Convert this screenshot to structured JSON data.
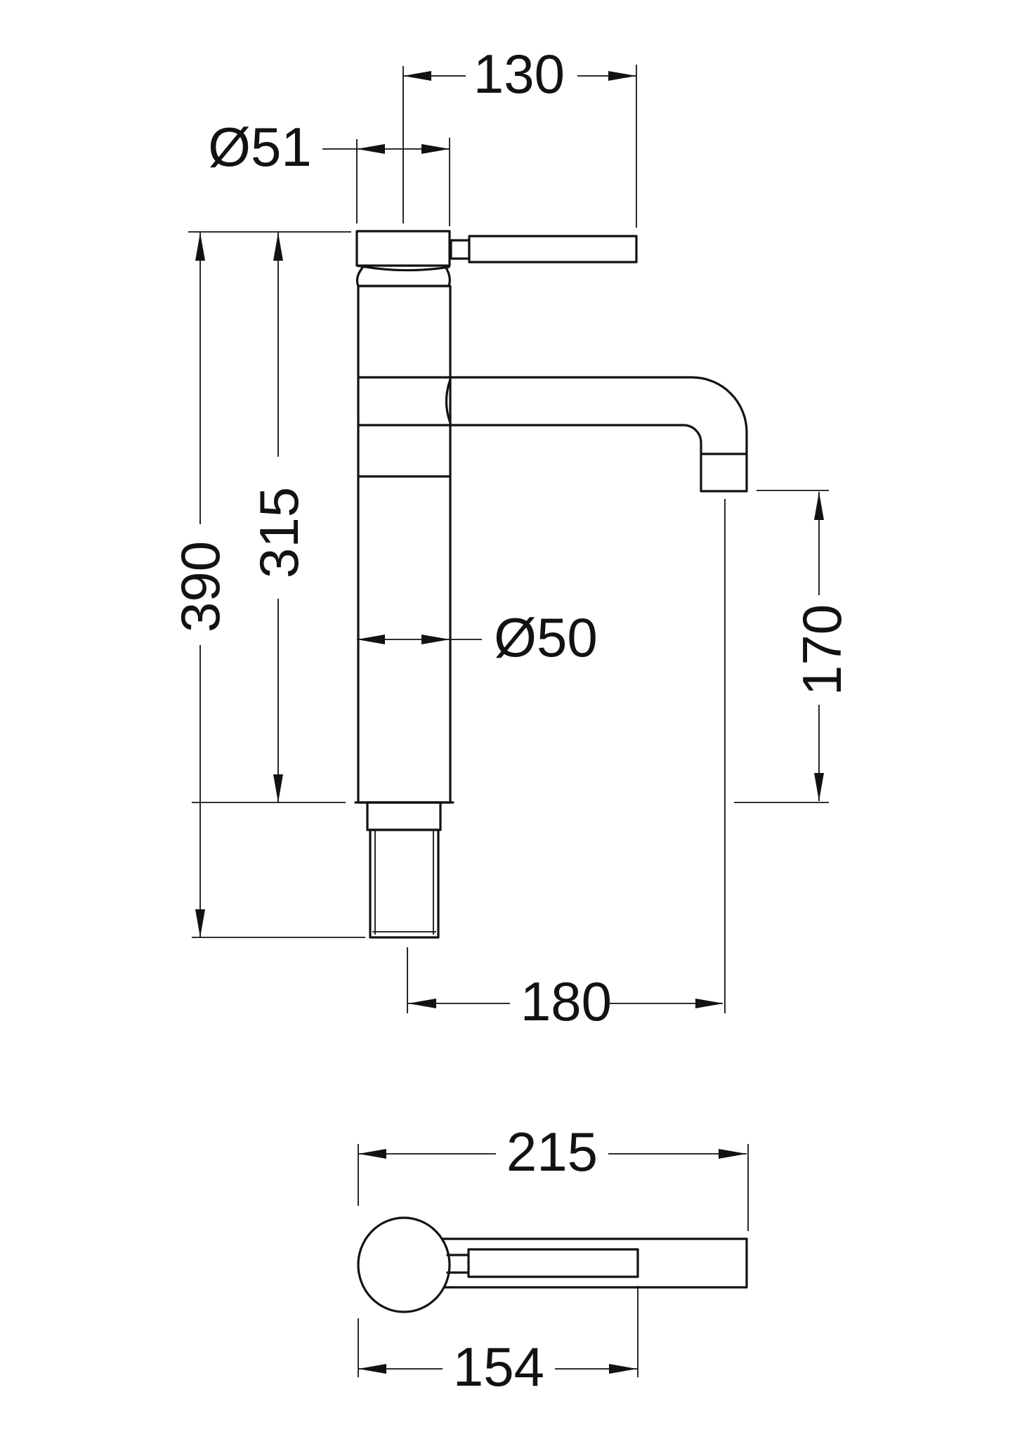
{
  "drawing": {
    "type": "technical-dimension-drawing",
    "subject": "single-lever high-rise mixer tap",
    "colors": {
      "line": "#121212",
      "background": "#ffffff"
    },
    "front_view": {
      "dims": {
        "handle_reach": "130",
        "cap_diameter": "Ø51",
        "overall_height": "390",
        "height_to_deck": "315",
        "body_diameter": "Ø50",
        "spout_clearance": "170",
        "spout_reach": "180"
      }
    },
    "plan_view": {
      "dims": {
        "overall_length": "215",
        "lever_length": "154"
      }
    }
  }
}
